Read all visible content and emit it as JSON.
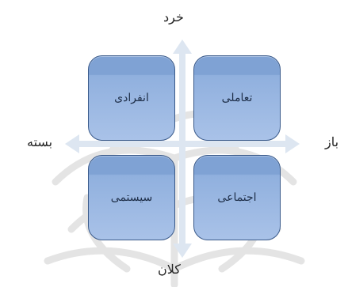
{
  "axes": {
    "top": "خرد",
    "bottom": "کلان",
    "left": "بسته",
    "right": "باز"
  },
  "quadrants": {
    "top_left": "انفرادی",
    "top_right": "تعاملی",
    "bottom_left": "سیستمی",
    "bottom_right": "اجتماعی"
  },
  "colors": {
    "box_fill": "#a9c2e8",
    "box_border": "#3a5a8a",
    "arrow": "#d9e3f0",
    "watermark": "#c4c4c4"
  }
}
